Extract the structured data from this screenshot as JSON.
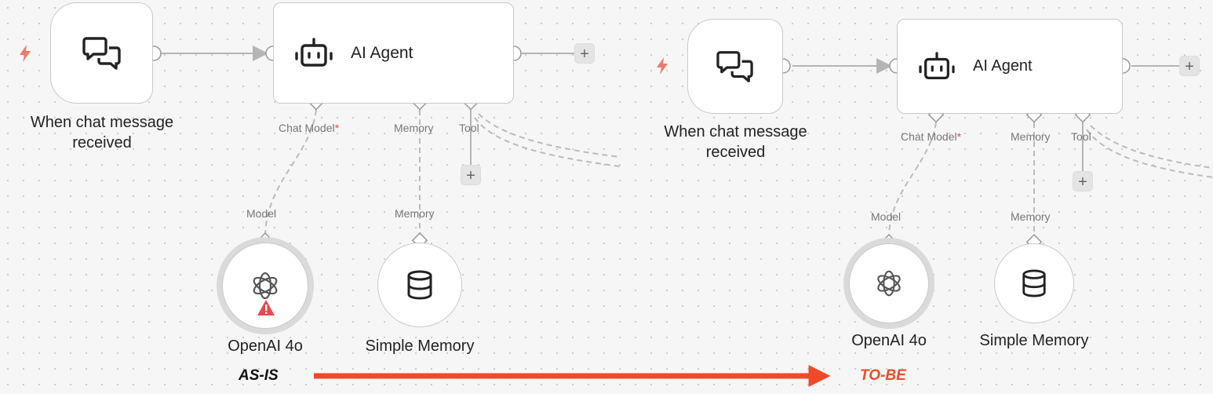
{
  "colors": {
    "arrow": "#f04a2b",
    "warning": "#e44b4b",
    "trigger_bolt": "#f07a6a",
    "node_border": "#c9c9c9",
    "wire": "#b5b5b5"
  },
  "panels": [
    {
      "id": "asis",
      "trigger": {
        "label_line1": "When chat message",
        "label_line2": "received",
        "icon": "chat-bubbles-icon"
      },
      "agent": {
        "label": "AI Agent",
        "icon": "robot-icon"
      },
      "ports": {
        "chat_model": "Chat Model",
        "required_mark": "*",
        "memory": "Memory",
        "tool": "Tool"
      },
      "model_node": {
        "port_label": "Model",
        "label": "OpenAI 4o",
        "icon": "openai-icon",
        "has_warning": true
      },
      "memory_node": {
        "port_label": "Memory",
        "label": "Simple Memory",
        "icon": "database-icon"
      },
      "plus_symbol": "+"
    },
    {
      "id": "tobe",
      "trigger": {
        "label_line1": "When chat message",
        "label_line2": "received",
        "icon": "chat-bubbles-icon"
      },
      "agent": {
        "label": "AI Agent",
        "icon": "robot-icon"
      },
      "ports": {
        "chat_model": "Chat Model",
        "required_mark": "*",
        "memory": "Memory",
        "tool": "Tool"
      },
      "model_node": {
        "port_label": "Model",
        "label": "OpenAI 4o",
        "icon": "openai-icon",
        "has_warning": false
      },
      "memory_node": {
        "port_label": "Memory",
        "label": "Simple Memory",
        "icon": "database-icon"
      },
      "plus_symbol": "+"
    }
  ],
  "transition": {
    "from_label": "AS-IS",
    "to_label": "TO-BE"
  }
}
